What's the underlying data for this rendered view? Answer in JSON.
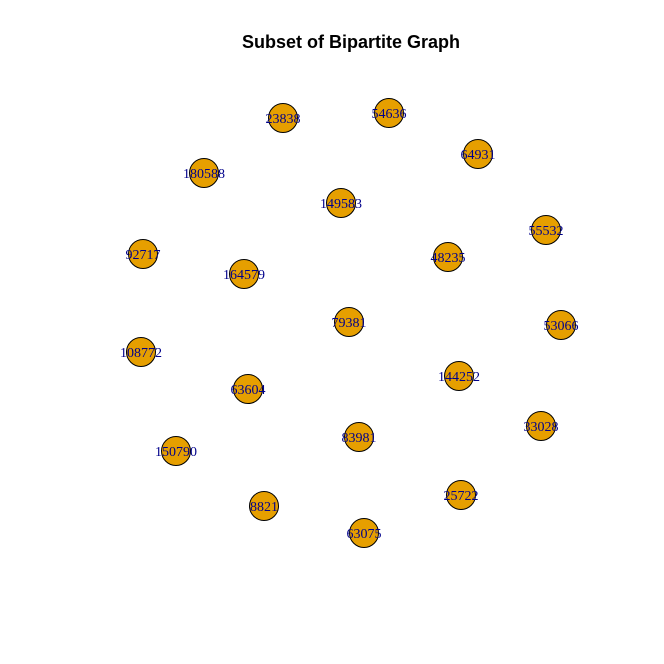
{
  "title": "Subset of Bipartite Graph",
  "colors": {
    "node_fill": "#E69F00",
    "node_stroke": "#000000",
    "label": "#00008B"
  },
  "nodes": [
    {
      "id": "23838",
      "label": "23838"
    },
    {
      "id": "54636",
      "label": "54636"
    },
    {
      "id": "64931",
      "label": "64931"
    },
    {
      "id": "180588",
      "label": "180588"
    },
    {
      "id": "149583",
      "label": "149583"
    },
    {
      "id": "55532",
      "label": "55532"
    },
    {
      "id": "92717",
      "label": "92717"
    },
    {
      "id": "164579",
      "label": "164579"
    },
    {
      "id": "48235",
      "label": "48235"
    },
    {
      "id": "79381",
      "label": "79381"
    },
    {
      "id": "53066",
      "label": "53066"
    },
    {
      "id": "108772",
      "label": "108772"
    },
    {
      "id": "63604",
      "label": "63604"
    },
    {
      "id": "144252",
      "label": "144252"
    },
    {
      "id": "83981",
      "label": "83981"
    },
    {
      "id": "33028",
      "label": "33028"
    },
    {
      "id": "150790",
      "label": "150790"
    },
    {
      "id": "25722",
      "label": "25722"
    },
    {
      "id": "8821",
      "label": "8821"
    },
    {
      "id": "63075",
      "label": "63075"
    }
  ]
}
